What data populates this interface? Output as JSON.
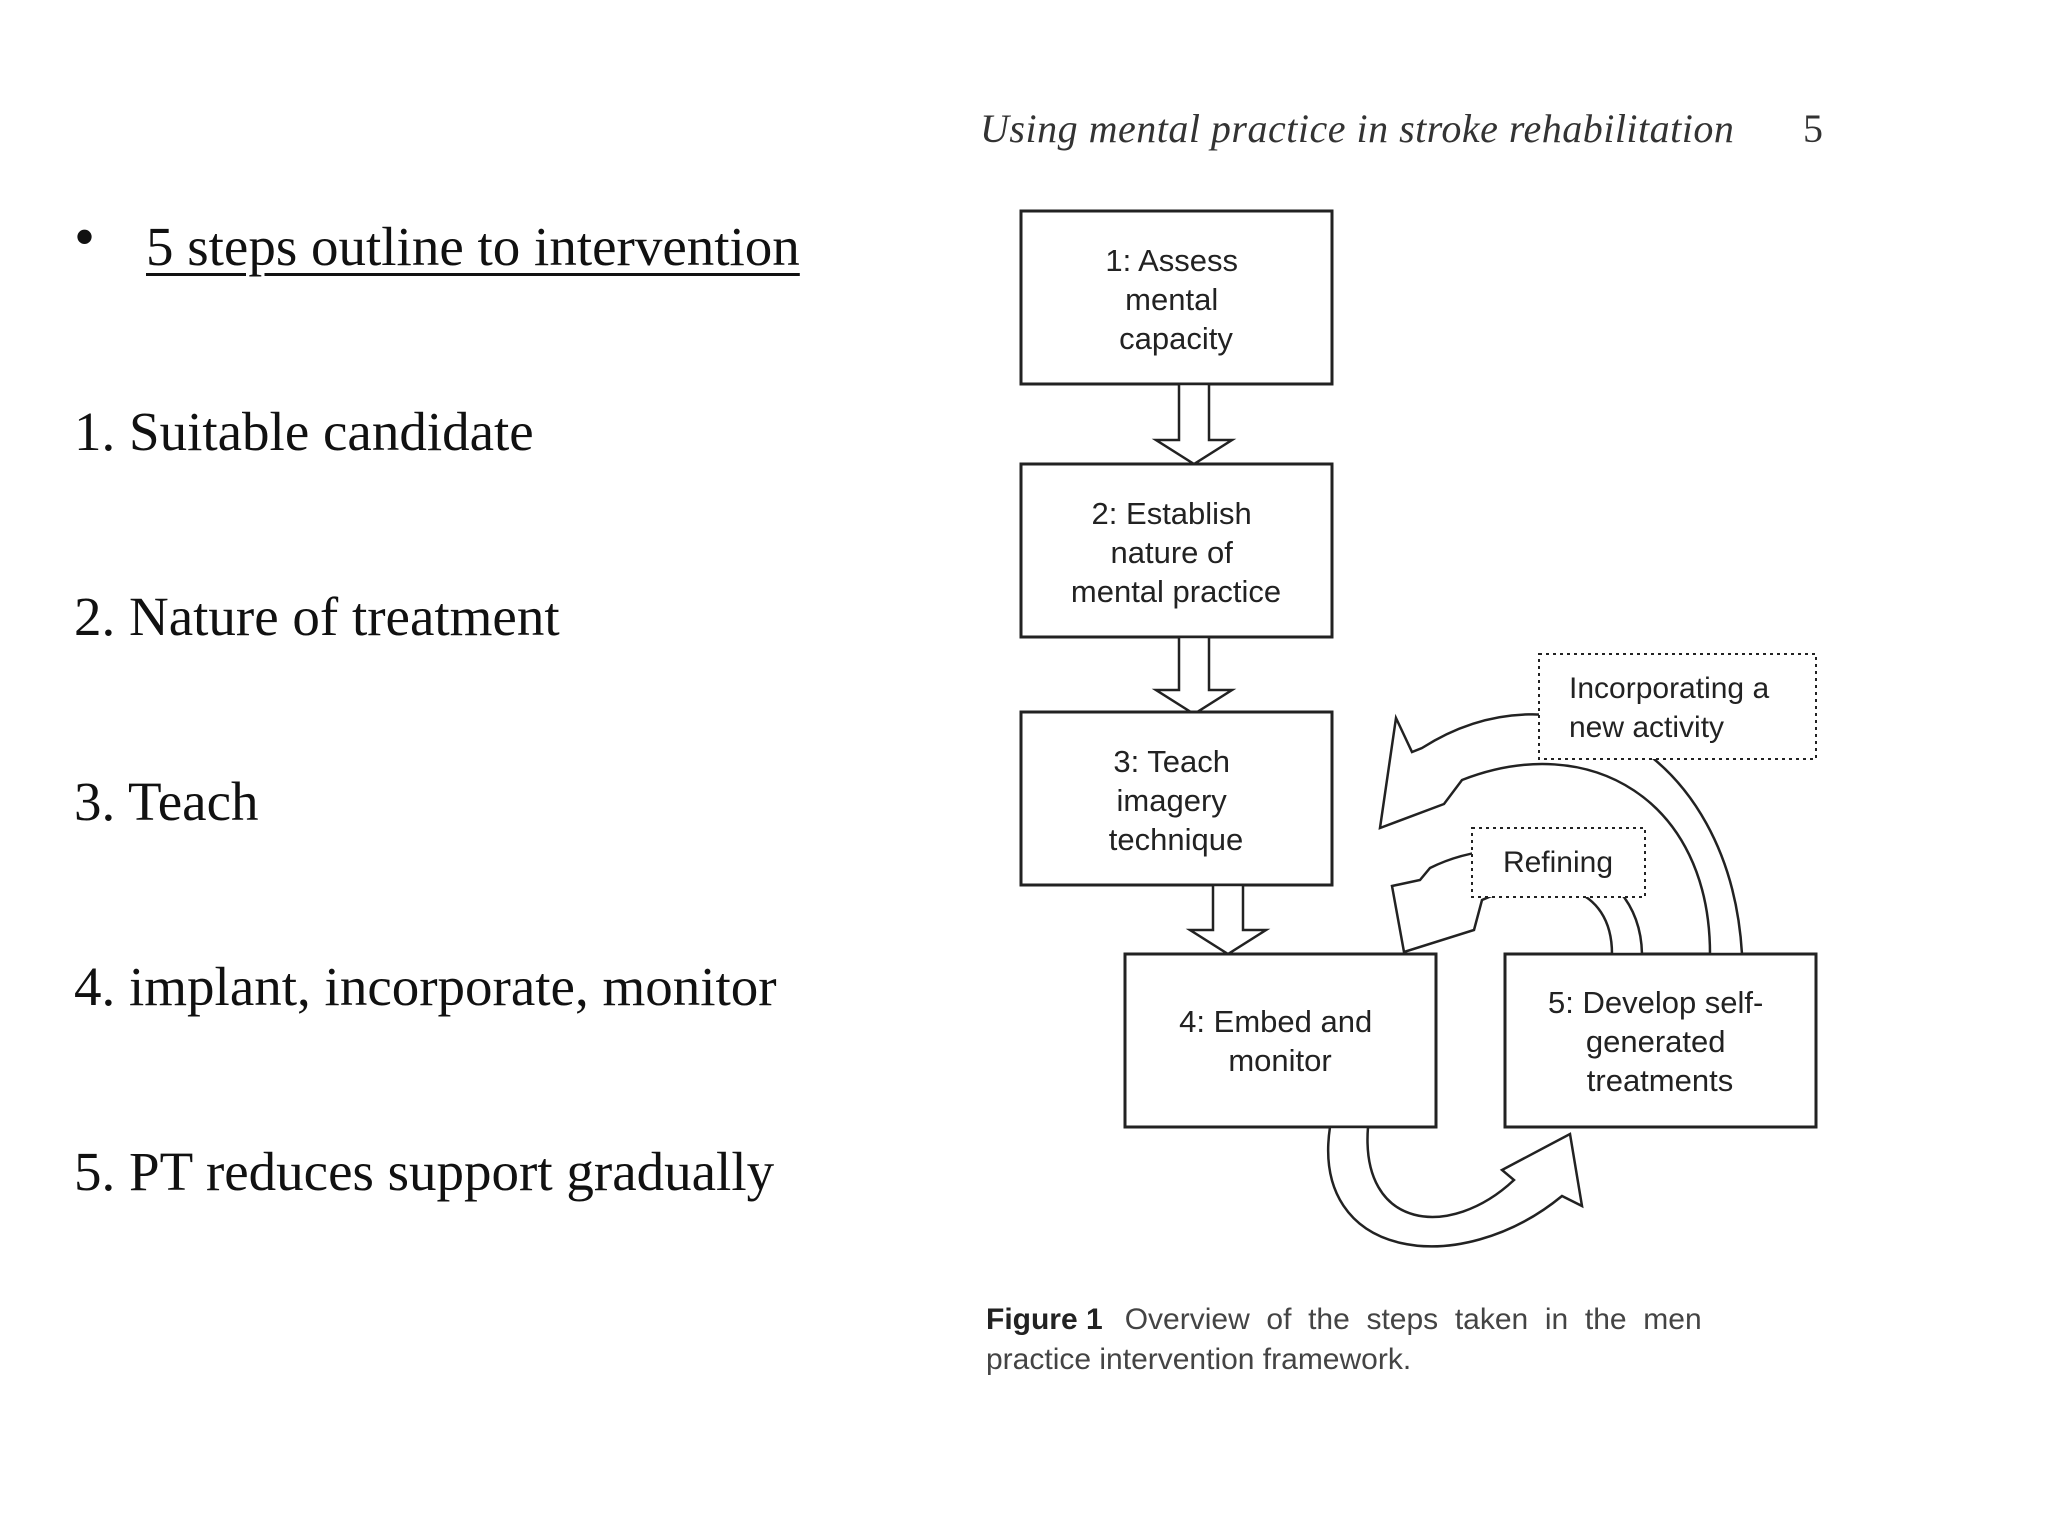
{
  "slide": {
    "bullet": "5 steps outline to intervention",
    "steps": [
      "1. Suitable candidate",
      "2. Nature of treatment",
      "3. Teach",
      "4. implant, incorporate, monitor",
      "5. PT reduces support gradually"
    ]
  },
  "figure": {
    "header": "Using mental practice in stroke rehabilitation",
    "page_number": "5",
    "boxes": {
      "step1": [
        "1: Assess",
        "mental",
        "capacity"
      ],
      "step2": [
        "2: Establish",
        "nature of",
        "mental practice"
      ],
      "step3": [
        "3: Teach",
        "imagery",
        "technique"
      ],
      "step4": [
        "4: Embed and",
        "monitor"
      ],
      "step5": [
        "5: Develop self-",
        "generated",
        "treatments"
      ]
    },
    "notes": {
      "incorporating": [
        "Incorporating a",
        "new activity"
      ],
      "refining": "Refining"
    },
    "caption": {
      "label": "Figure 1",
      "line1": "Overview  of  the  steps  taken  in  the  men",
      "line2": "practice intervention framework."
    }
  },
  "colors": {
    "ink": "#222222",
    "background": "#ffffff"
  }
}
